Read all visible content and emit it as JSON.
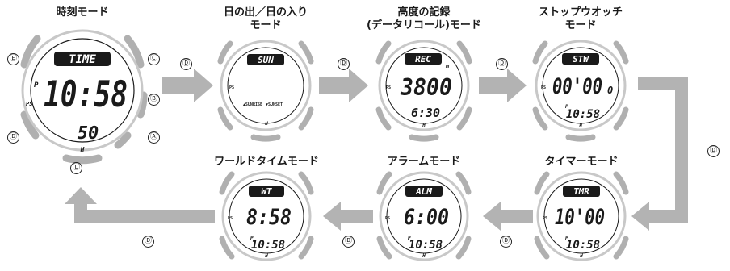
{
  "colors": {
    "arrow": "#b3b3b3",
    "watch_case": "#c8c8c8",
    "button": "#b0b0b0",
    "ink": "#1a1a1a"
  },
  "main": {
    "title": "時刻モード",
    "badge": "TIME",
    "big": "10:58",
    "small": "50",
    "ps_label": "PS",
    "p_label": "P",
    "h_label": "H",
    "buttons": {
      "E": "Ⓔ",
      "C": "Ⓒ",
      "B": "Ⓑ",
      "A": "Ⓐ",
      "D": "Ⓓ",
      "L": "Ⓛ"
    }
  },
  "sunrise": {
    "title_line1": "日の出／日の入り",
    "title_line2": "モード",
    "badge": "SUN",
    "ps_label": "PS",
    "sunrise_label": "▲SUNRISE",
    "sunset_label": "▼SUNSET",
    "h_label": "H"
  },
  "record": {
    "title_line1": "高度の記録",
    "title_line2": "(データリコール)モード",
    "badge": "REC",
    "unit": "m",
    "ps_label": "PS",
    "big": "3800",
    "small": "6:30",
    "h_label": "H"
  },
  "stopwatch": {
    "title_line1": "ストップウオッチ",
    "title_line2": "モード",
    "badge": "STW",
    "ps_label": "PS",
    "big": "00'00",
    "big_sub": "0",
    "p_label": "P",
    "small": "10:58",
    "h_label": "H"
  },
  "timer": {
    "title": "タイマーモード",
    "badge": "TMR",
    "ps_label": "PS",
    "big": "10'00",
    "p_label": "P",
    "small": "10:58",
    "h_label": "H"
  },
  "alarm": {
    "title": "アラームモード",
    "badge": "ALM",
    "ps_label": "PS",
    "big": "6:00",
    "p_label": "P",
    "small": "10:58",
    "h_label": "H"
  },
  "worldtime": {
    "title": "ワールドタイムモード",
    "badge": "WT",
    "ps_label": "PS",
    "big": "8:58",
    "p_label": "P",
    "small": "10:58",
    "h_label": "H"
  },
  "arrows": {
    "button_label": "Ⓓ"
  }
}
